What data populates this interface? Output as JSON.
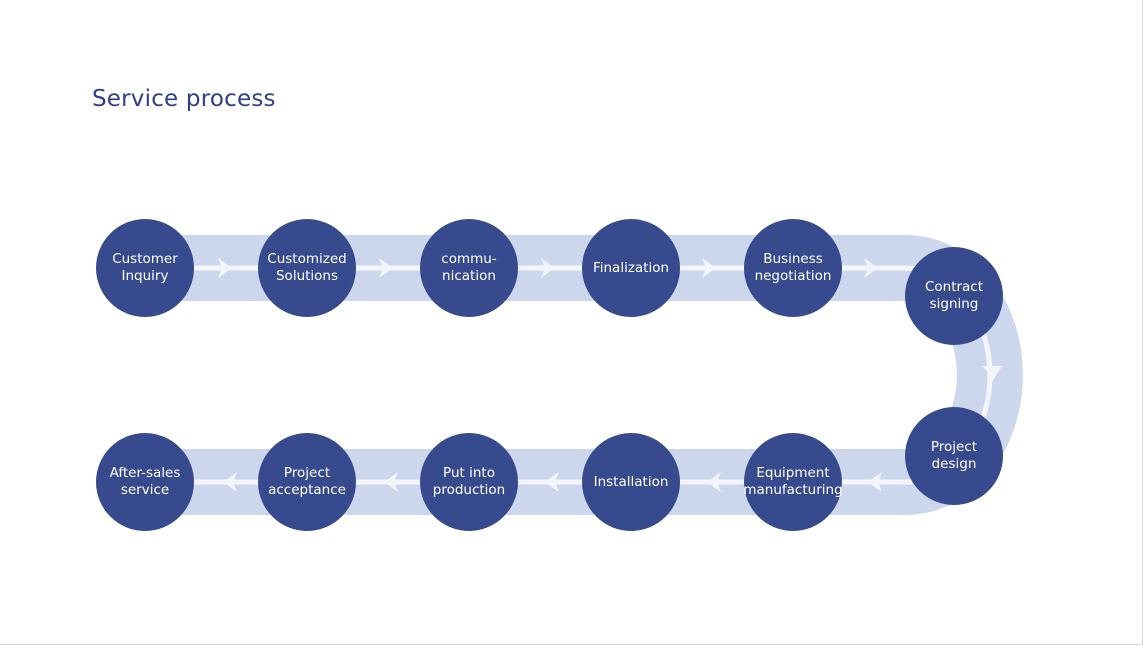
{
  "slide": {
    "title": "Service process"
  },
  "colors": {
    "title": "#2f3f85",
    "node_fill": "#384a8e",
    "track": "#ccd7ee",
    "arrow": "#f3f5fb"
  },
  "steps": [
    {
      "label": "Customer\nInquiry"
    },
    {
      "label": "Customized\nSolutions"
    },
    {
      "label": "commu-\nnication"
    },
    {
      "label": "Finalization"
    },
    {
      "label": "Business\nnegotiation"
    },
    {
      "label": "Contract\nsigning"
    },
    {
      "label": "Project\ndesign"
    },
    {
      "label": "Equipment\nmanufacturing"
    },
    {
      "label": "Installation"
    },
    {
      "label": "Put into\nproduction"
    },
    {
      "label": "Project\nacceptance"
    },
    {
      "label": "After-sales\nservice"
    }
  ]
}
